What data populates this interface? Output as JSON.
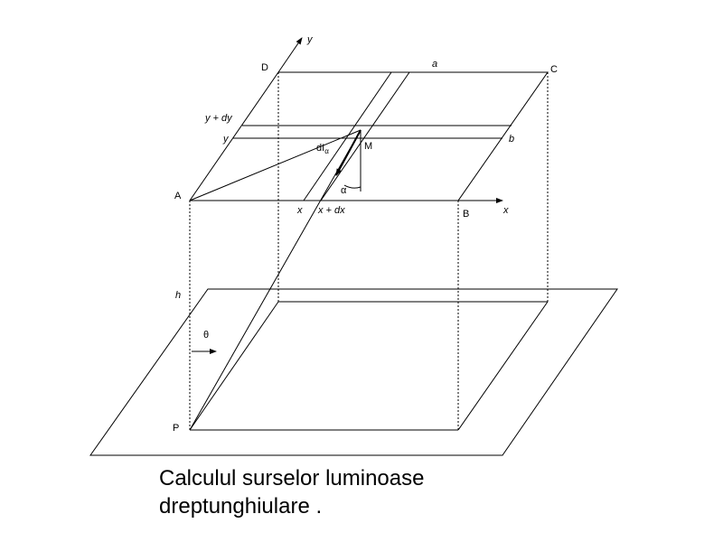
{
  "labels": {
    "y_axis": "y",
    "x_axis": "x",
    "point_a": "A",
    "point_b": "B",
    "point_c": "C",
    "point_d": "D",
    "point_m": "M",
    "point_p": "P",
    "side_a": "a",
    "side_b": "b",
    "y_pos": "y",
    "y_plus_dy": "y + dy",
    "x_pos": "x",
    "x_plus_dx": "x + dx",
    "height_h": "h",
    "angle_alpha": "α",
    "angle_theta": "θ",
    "intensity_prefix": "dI",
    "intensity_subscript": "α"
  },
  "caption": {
    "line1": "Calculul surselor luminoase",
    "line2": "dreptunghiulare ."
  }
}
